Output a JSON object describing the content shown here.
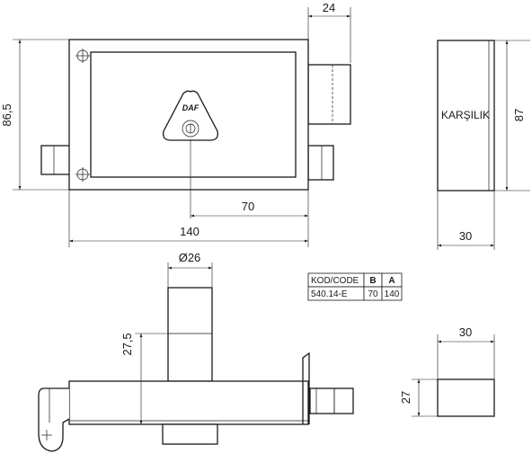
{
  "dimensions": {
    "top_width": "24",
    "body_height": "86,5",
    "key_offset": "70",
    "body_length": "140",
    "strike_height": "87",
    "strike_width": "30",
    "cylinder_diameter": "Ø26",
    "cylinder_length": "27,5",
    "bolt_width": "30",
    "bolt_height": "27"
  },
  "labels": {
    "strike_plate": "KARŞILIK",
    "brand_logo": "DAF"
  },
  "code_table": {
    "headers": [
      "KOD/CODE",
      "B",
      "A"
    ],
    "rows": [
      [
        "540.14-E",
        "70",
        "140"
      ]
    ]
  }
}
